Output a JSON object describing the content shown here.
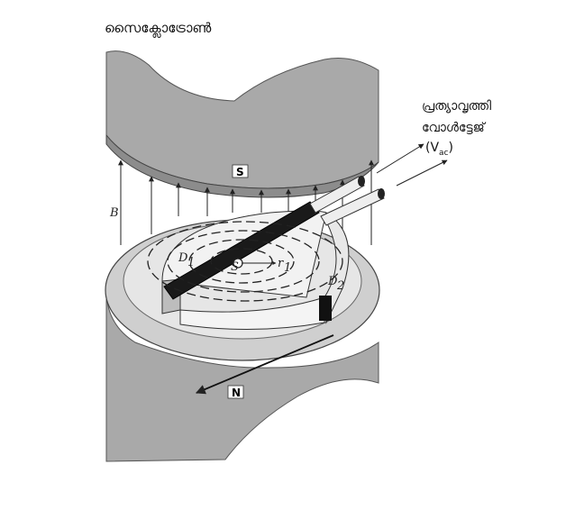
{
  "title": "സൈക്ലോട്രോൺ",
  "ac_label_line1": "പ്രത്യാവൃത്തി",
  "ac_label_line2": "വോൾട്ടേജ്",
  "ac_symbol_open": "(V",
  "ac_symbol_sub": "ac",
  "ac_symbol_close": ")",
  "pole_south": "S",
  "pole_north": "N",
  "field_label": "B",
  "dee_1_letter": "D",
  "dee_1_sub": "1",
  "dee_2_letter": "D",
  "dee_2_sub": "2",
  "source_label": "S",
  "radius_letter": "r",
  "radius_sub": "1",
  "colors": {
    "magnet": "#a9a9a9",
    "magnet_dark": "#8c8c8c",
    "gap_bar": "#1a1a1a",
    "line": "#222222"
  }
}
